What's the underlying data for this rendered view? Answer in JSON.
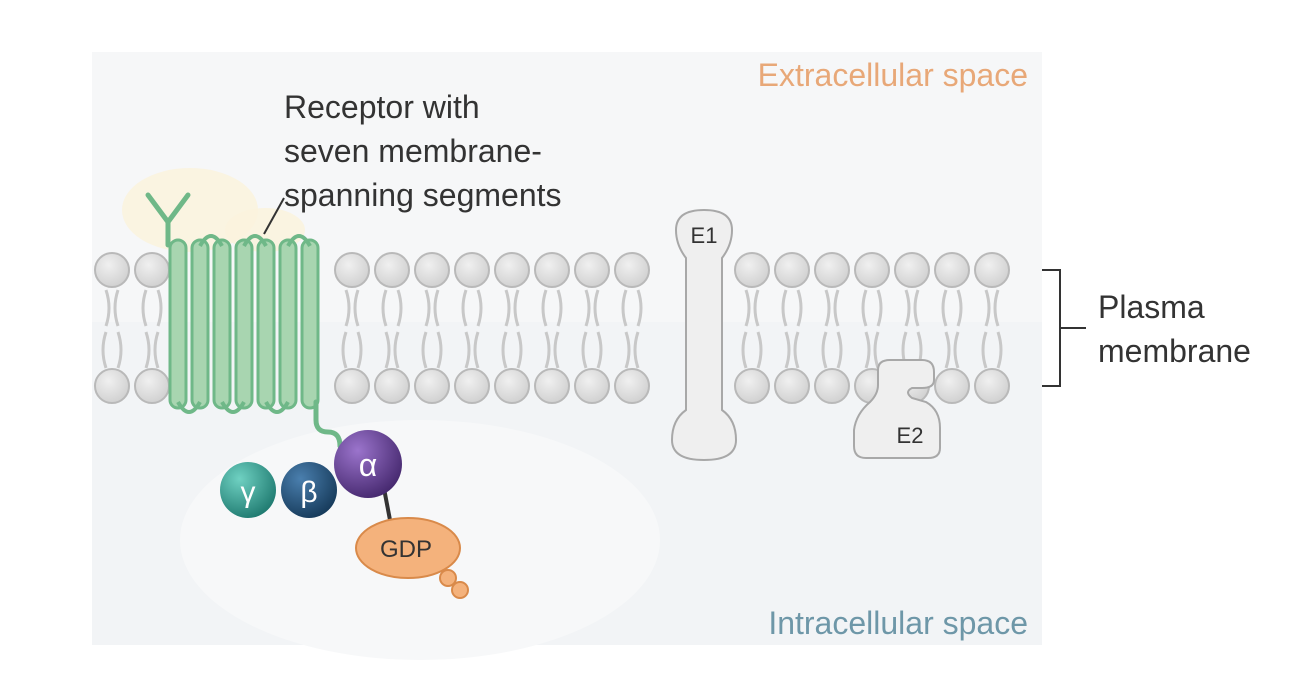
{
  "labels": {
    "extracellular": "Extracellular space",
    "intracellular": "Intracellular space",
    "receptor_line1": "Receptor with",
    "receptor_line2": "seven membrane-",
    "receptor_line3": "spanning segments",
    "plasma_line1": "Plasma",
    "plasma_line2": "membrane",
    "e1": "E1",
    "e2": "E2",
    "gamma": "γ",
    "beta": "β",
    "alpha": "α",
    "gdp": "GDP"
  },
  "colors": {
    "extracellular_text": "#e8a878",
    "intracellular_text": "#6e97a8",
    "receptor_fill": "#a8d5b0",
    "receptor_stroke": "#6fb888",
    "lipid_head": "#dcdcdc",
    "gamma": "#2f9a8c",
    "beta": "#1f4f78",
    "alpha": "#5c3a8c",
    "gdp_fill": "#f4b27c"
  }
}
